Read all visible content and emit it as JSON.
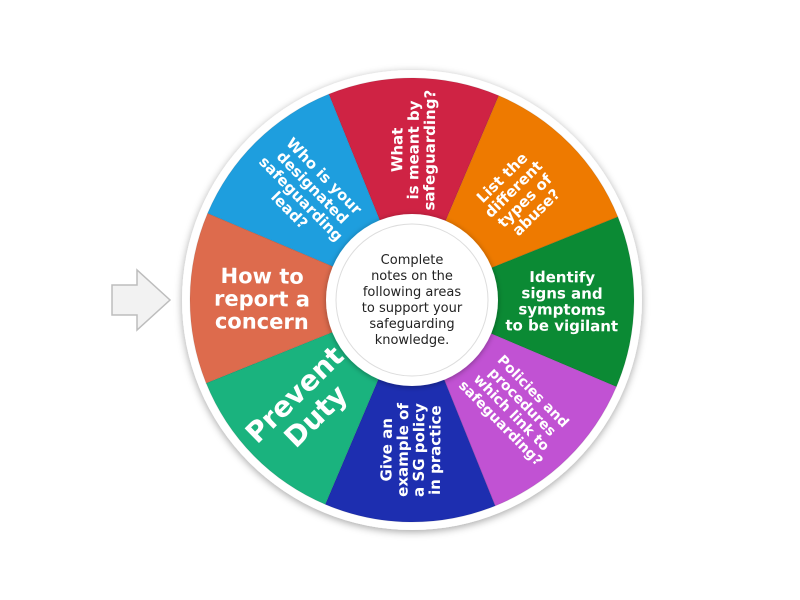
{
  "wheel": {
    "segments": [
      {
        "lines": [
          "What",
          "is meant by",
          "safeguarding?"
        ],
        "color": "#cf2344",
        "size": 15
      },
      {
        "lines": [
          "List the",
          "different",
          "types of",
          "abuse?"
        ],
        "color": "#ee7a00",
        "size": 15
      },
      {
        "lines": [
          "Identify",
          "signs and",
          "symptoms",
          "to be vigilant"
        ],
        "color": "#0b8a34",
        "size": 15
      },
      {
        "lines": [
          "Policies and",
          "procedures",
          "which link to",
          "safeguarding?"
        ],
        "color": "#c152d3",
        "size": 14
      },
      {
        "lines": [
          "Give an",
          "example of",
          "a SG policy",
          "in practice"
        ],
        "color": "#1d2eb0",
        "size": 15
      },
      {
        "lines": [
          "Prevent",
          "Duty"
        ],
        "color": "#1ab37e",
        "size": 28
      },
      {
        "lines": [
          "How to",
          "report a",
          "concern"
        ],
        "color": "#dd6b4d",
        "size": 21
      },
      {
        "lines": [
          "Who is your",
          "designated",
          "safeguarding",
          "lead?"
        ],
        "color": "#1e9ede",
        "size": 15
      }
    ],
    "center": {
      "lines": [
        "Complete",
        "notes on the",
        "following areas",
        "to support your",
        "safeguarding",
        "knowledge."
      ]
    },
    "rim_color": "#ffffff",
    "arrow_color": "#f2f2f2"
  }
}
